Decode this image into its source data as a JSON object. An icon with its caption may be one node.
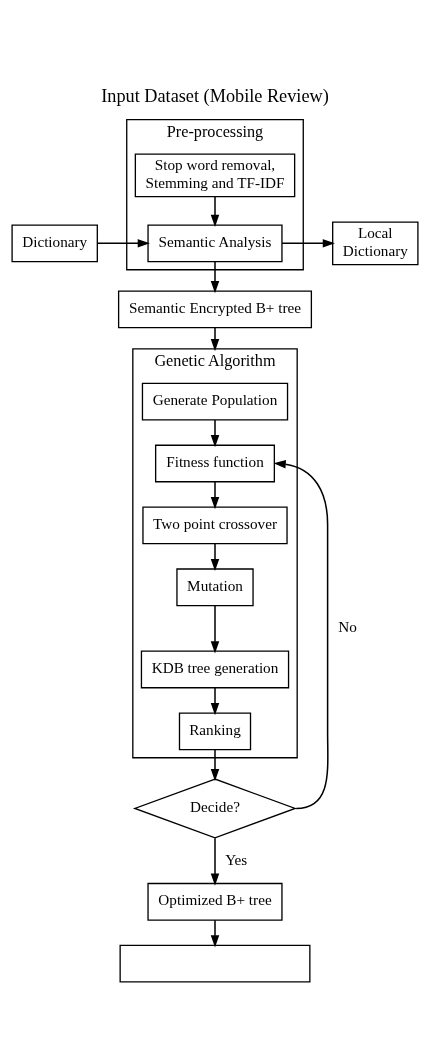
{
  "diagram": {
    "title": "Input Dataset (Mobile Review)",
    "nodes": [
      {
        "text": [
          "Pre-processing"
        ]
      },
      {
        "text": [
          "Stop word removal, Stemming and TF-IDF"
        ],
        "in": 0
      },
      {
        "text": [
          "Semantic Analysis"
        ],
        "in": 0
      },
      {
        "text": [
          "Dictionary"
        ]
      },
      {
        "text": [
          "Local Dictionary"
        ]
      },
      {
        "text": [
          "Semantic Encrypted B+ tree"
        ]
      },
      {
        "text": [
          "Genetic Algorithm"
        ]
      },
      {
        "text": [
          "Generate Population"
        ],
        "in": 6
      },
      {
        "text": [
          "Fitness function"
        ],
        "in": 6
      },
      {
        "text": [
          "Two point crossover"
        ],
        "in": 6
      },
      {
        "text": [
          "Mutation"
        ],
        "in": 6
      },
      {
        "text": [
          "KDB tree generation"
        ],
        "in": 6
      },
      {
        "text": [
          "Ranking"
        ],
        "in": 6
      },
      {
        "text": [
          "Decide?"
        ]
      },
      {
        "text": [
          "Optimized B+ tree"
        ]
      },
      {
        "text": [],
        "shape": "box"
      }
    ],
    "edges": [
      {
        "from": 1,
        "to": 2,
        "arrow": "to"
      },
      {
        "from": 3,
        "to": 2,
        "arrow": "to"
      },
      {
        "from": 2,
        "to": 4,
        "arrow": "to"
      },
      {
        "from": 2,
        "to": 5,
        "arrow": "to"
      },
      {
        "from": 5,
        "to": 6,
        "arrow": "to"
      },
      {
        "from": 7,
        "to": 8,
        "arrow": "to"
      },
      {
        "from": 8,
        "to": 9,
        "arrow": "to"
      },
      {
        "from": 9,
        "to": 10,
        "arrow": "to"
      },
      {
        "from": 10,
        "to": 11,
        "arrow": "to"
      },
      {
        "from": 11,
        "to": 12,
        "arrow": "to"
      },
      {
        "from": 12,
        "to": 13,
        "arrow": "to"
      },
      {
        "from": 13,
        "to": 8,
        "arrow": "to",
        "label": "No"
      },
      {
        "from": 13,
        "to": 14,
        "arrow": "to",
        "label": "Yes"
      },
      {
        "from": 14,
        "to": 15,
        "arrow": "to"
      }
    ]
  }
}
